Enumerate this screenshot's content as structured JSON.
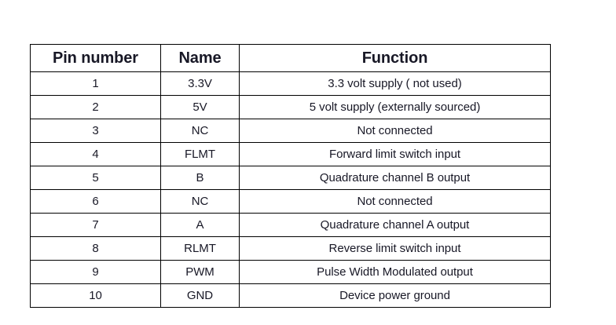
{
  "table": {
    "name": "pin-assignment-table",
    "columns": [
      {
        "key": "pin",
        "header": "Pin number"
      },
      {
        "key": "name",
        "header": "Name"
      },
      {
        "key": "function",
        "header": "Function"
      }
    ],
    "rows": [
      {
        "pin": "1",
        "name": "3.3V",
        "function": "3.3 volt supply ( not used)"
      },
      {
        "pin": "2",
        "name": "5V",
        "function": "5 volt supply (externally sourced)"
      },
      {
        "pin": "3",
        "name": "NC",
        "function": "Not connected"
      },
      {
        "pin": "4",
        "name": "FLMT",
        "function": "Forward limit switch input"
      },
      {
        "pin": "5",
        "name": "B",
        "function": "Quadrature channel B output"
      },
      {
        "pin": "6",
        "name": "NC",
        "function": "Not connected"
      },
      {
        "pin": "7",
        "name": "A",
        "function": "Quadrature channel A output"
      },
      {
        "pin": "8",
        "name": "RLMT",
        "function": "Reverse limit switch input"
      },
      {
        "pin": "9",
        "name": "PWM",
        "function": "Pulse Width Modulated output"
      },
      {
        "pin": "10",
        "name": "GND",
        "function": "Device power ground"
      }
    ]
  },
  "colors": {
    "page_background": "#ffffff",
    "border": "#000000",
    "text": "#181826"
  }
}
